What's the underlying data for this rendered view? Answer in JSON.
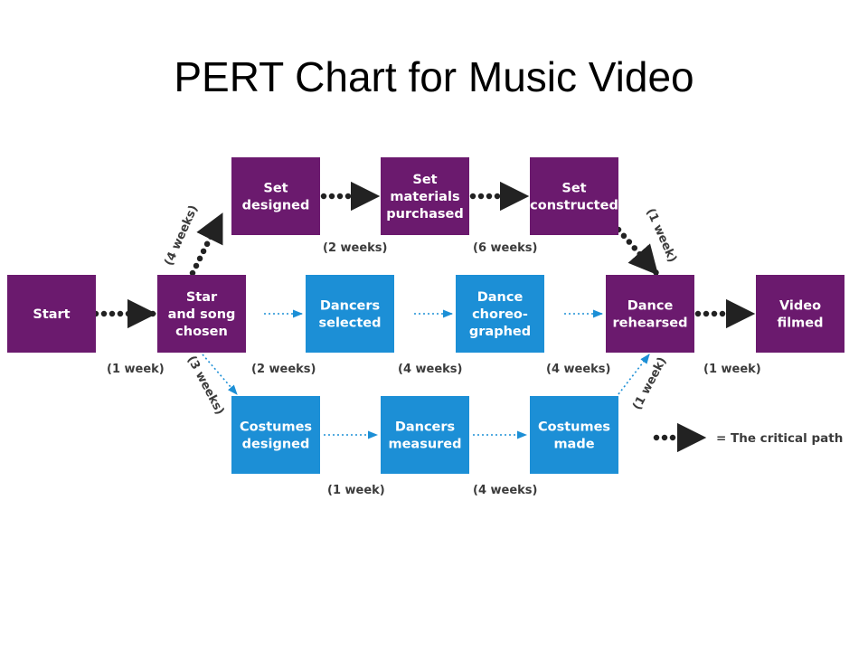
{
  "title": "PERT Chart for Music Video",
  "colors": {
    "critical": "#6b1a6e",
    "noncritical": "#1c8fd6",
    "arrow_critical": "#222222",
    "arrow_noncritical": "#1c8fd6",
    "label": "#3b3b3b"
  },
  "nodes": [
    {
      "id": "start",
      "lines": [
        "Start"
      ],
      "kind": "critical"
    },
    {
      "id": "star",
      "lines": [
        "Star",
        "and song",
        "chosen"
      ],
      "kind": "critical"
    },
    {
      "id": "setdes",
      "lines": [
        "Set",
        "designed"
      ],
      "kind": "critical"
    },
    {
      "id": "setmat",
      "lines": [
        "Set",
        "materials",
        "purchased"
      ],
      "kind": "critical"
    },
    {
      "id": "setcon",
      "lines": [
        "Set",
        "constructed"
      ],
      "kind": "critical"
    },
    {
      "id": "dsel",
      "lines": [
        "Dancers",
        "selected"
      ],
      "kind": "noncritical"
    },
    {
      "id": "dchor",
      "lines": [
        "Dance",
        "choreo-",
        "graphed"
      ],
      "kind": "noncritical"
    },
    {
      "id": "dreh",
      "lines": [
        "Dance",
        "rehearsed"
      ],
      "kind": "critical"
    },
    {
      "id": "video",
      "lines": [
        "Video",
        "filmed"
      ],
      "kind": "critical"
    },
    {
      "id": "cdes",
      "lines": [
        "Costumes",
        "designed"
      ],
      "kind": "noncritical"
    },
    {
      "id": "dmeas",
      "lines": [
        "Dancers",
        "measured"
      ],
      "kind": "noncritical"
    },
    {
      "id": "cmade",
      "lines": [
        "Costumes",
        "made"
      ],
      "kind": "noncritical"
    }
  ],
  "edges": [
    {
      "from": "start",
      "to": "star",
      "critical": true
    },
    {
      "from": "star",
      "to": "setdes",
      "critical": true
    },
    {
      "from": "setdes",
      "to": "setmat",
      "critical": true
    },
    {
      "from": "setmat",
      "to": "setcon",
      "critical": true
    },
    {
      "from": "setcon",
      "to": "dreh",
      "critical": true
    },
    {
      "from": "dreh",
      "to": "video",
      "critical": true
    },
    {
      "from": "star",
      "to": "dsel",
      "critical": false
    },
    {
      "from": "dsel",
      "to": "dchor",
      "critical": false
    },
    {
      "from": "dchor",
      "to": "dreh",
      "critical": false
    },
    {
      "from": "star",
      "to": "cdes",
      "critical": false
    },
    {
      "from": "cdes",
      "to": "dmeas",
      "critical": false
    },
    {
      "from": "dmeas",
      "to": "cmade",
      "critical": false
    },
    {
      "from": "cmade",
      "to": "dreh",
      "critical": false
    }
  ],
  "durations": [
    {
      "id": "d1",
      "text": "(1 week)"
    },
    {
      "id": "d2",
      "text": "(4 weeks)"
    },
    {
      "id": "d3",
      "text": "(2 weeks)"
    },
    {
      "id": "d4",
      "text": "(6 weeks)"
    },
    {
      "id": "d5",
      "text": "(1 week)"
    },
    {
      "id": "d6",
      "text": "(2 weeks)"
    },
    {
      "id": "d7",
      "text": "(4 weeks)"
    },
    {
      "id": "d8",
      "text": "(4 weeks)"
    },
    {
      "id": "d9",
      "text": "(1 week)"
    },
    {
      "id": "d10",
      "text": "(3 weeks)"
    },
    {
      "id": "d11",
      "text": "(1 week)"
    },
    {
      "id": "d12",
      "text": "(4 weeks)"
    },
    {
      "id": "d13",
      "text": "(1 week)"
    }
  ],
  "legend": {
    "text": "= The critical path"
  }
}
